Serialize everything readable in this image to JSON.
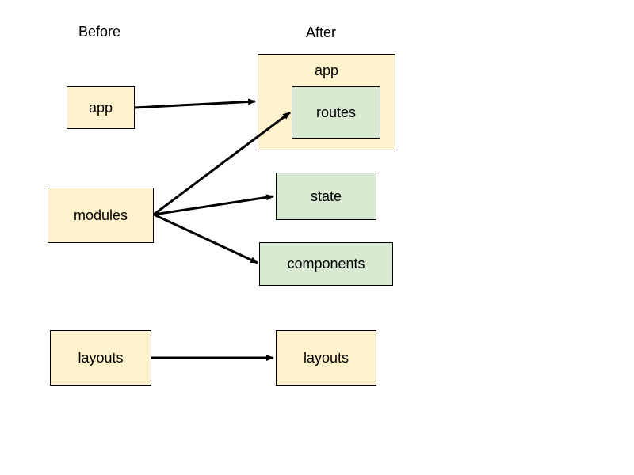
{
  "headings": {
    "before": "Before",
    "after": "After"
  },
  "colors": {
    "module": "#fff2cc",
    "new_folder": "#d9ead3",
    "stroke": "#000000"
  },
  "before": {
    "app": "app",
    "modules": "modules",
    "layouts": "layouts"
  },
  "after": {
    "app": "app",
    "routes": "routes",
    "state": "state",
    "components": "components",
    "layouts": "layouts"
  }
}
